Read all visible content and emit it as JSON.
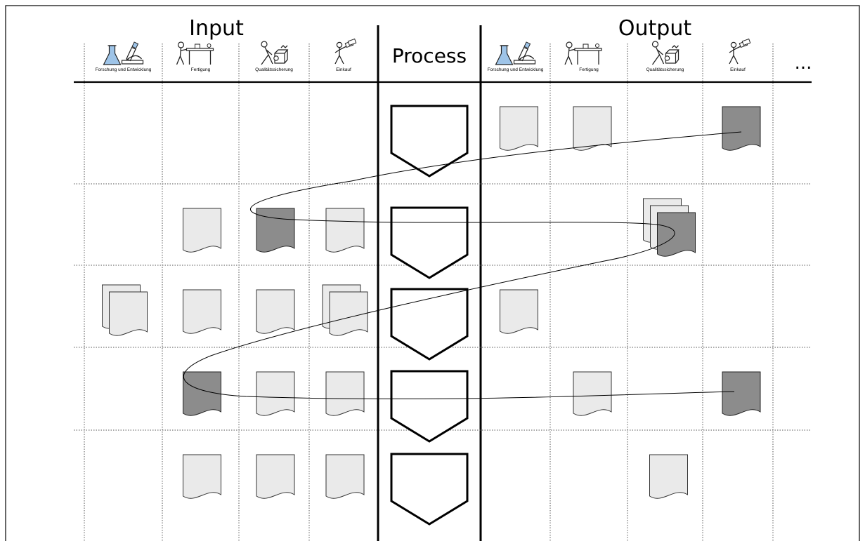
{
  "headers": {
    "input": "Input",
    "process": "Process",
    "output": "Output",
    "more": "..."
  },
  "input_columns": [
    {
      "label": "Forschung und Entwicklung",
      "icon": "lab-icon"
    },
    {
      "label": "Fertigung",
      "icon": "manufacturing-icon"
    },
    {
      "label": "Qualitätssicherung",
      "icon": "quality-inspection-icon"
    },
    {
      "label": "Einkauf",
      "icon": "purchasing-icon"
    }
  ],
  "output_columns": [
    {
      "label": "Forschung und Entwicklung",
      "icon": "lab-icon"
    },
    {
      "label": "Fertigung",
      "icon": "manufacturing-icon"
    },
    {
      "label": "Qualitätssicherung",
      "icon": "quality-inspection-icon"
    },
    {
      "label": "Einkauf",
      "icon": "purchasing-icon"
    }
  ],
  "colors": {
    "document_light": "#eaeaea",
    "document_dark": "#8c8c8c",
    "lines": "#000000"
  },
  "rows": [
    {
      "input": [
        "",
        "",
        "",
        ""
      ],
      "output": [
        "light",
        "light",
        "",
        "dark"
      ]
    },
    {
      "input": [
        "",
        "light",
        "dark",
        "light"
      ],
      "output": [
        "",
        "",
        "stack-dark",
        ""
      ]
    },
    {
      "input": [
        "stack-light",
        "light",
        "light",
        "stack-light"
      ],
      "output": [
        "light",
        "",
        "",
        ""
      ]
    },
    {
      "input": [
        "",
        "dark",
        "light",
        "light"
      ],
      "output": [
        "",
        "light",
        "",
        "dark"
      ]
    },
    {
      "input": [
        "",
        "light",
        "light",
        "light"
      ],
      "output": [
        "",
        "",
        "light",
        ""
      ]
    }
  ]
}
